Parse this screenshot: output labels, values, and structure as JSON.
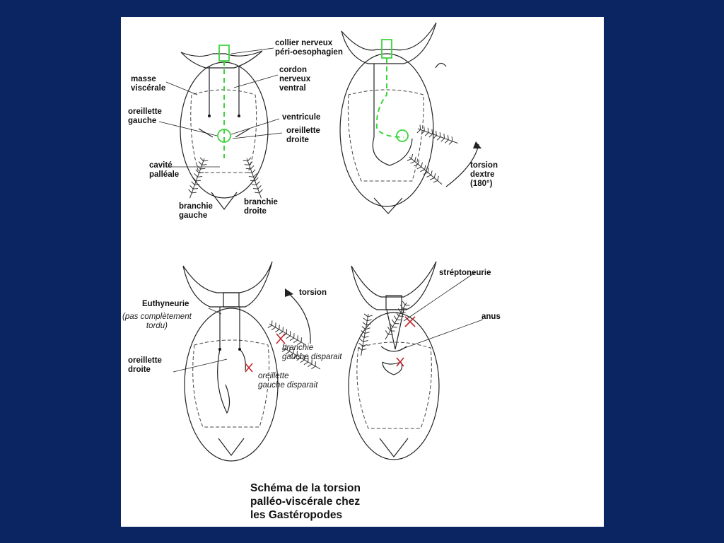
{
  "labels": {
    "collier": "collier nerveux\npéri-oesophagien",
    "cordon": "cordon\nnerveux\nventral",
    "masse": "masse\nviscérale",
    "oreillette_gauche": "oreillette\ngauche",
    "ventricule": "ventricule",
    "oreillette_droite": "oreillette\ndroite",
    "cavite": "cavité\npalléale",
    "branchie_gauche": "branchie\ngauche",
    "branchie_droite": "branchie\ndroite",
    "torsion_dextre": "torsion\ndextre\n(180°)",
    "torsion": "torsion",
    "euthyneurie": "Euthyneurie",
    "pas_completement": "(pas complètement\ntordu)",
    "oreillette_droite_2": "oreillette\ndroite",
    "branchie_disparait": "branchie\ngauche disparait",
    "oreillette_disparait": "oreillette\ngauche disparait",
    "streptoneurie": "stréptoneurie",
    "anus": "anus"
  },
  "caption": "Schéma de la torsion\npalléo-viscérale chez\n les Gastéropodes",
  "colors": {
    "background": "#0b2462",
    "panel": "#ffffff",
    "nerve_green": "#3bd43b",
    "cross_red": "#c0262b"
  }
}
